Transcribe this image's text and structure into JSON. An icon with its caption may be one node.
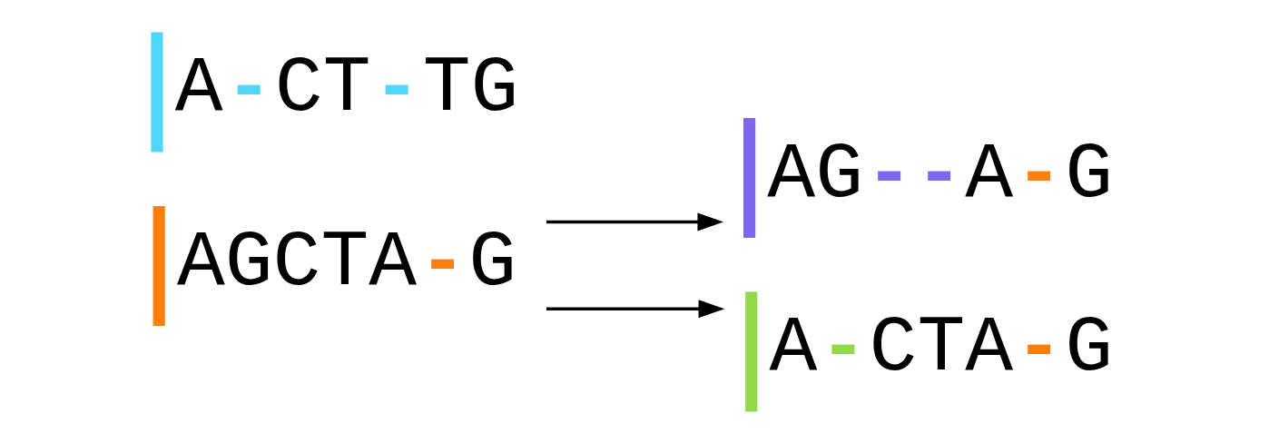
{
  "diagram": {
    "nodes": [
      {
        "text": [
          "A-CT-TG"
        ]
      },
      {
        "text": [
          "AGCTA-G"
        ]
      },
      {
        "text": [
          "AG--A-G"
        ]
      },
      {
        "text": [
          "A-CTA-G"
        ]
      }
    ],
    "edges": [
      {
        "from": 1,
        "to": 2,
        "arrow": "to"
      },
      {
        "from": 1,
        "to": 3,
        "arrow": "to"
      }
    ]
  }
}
